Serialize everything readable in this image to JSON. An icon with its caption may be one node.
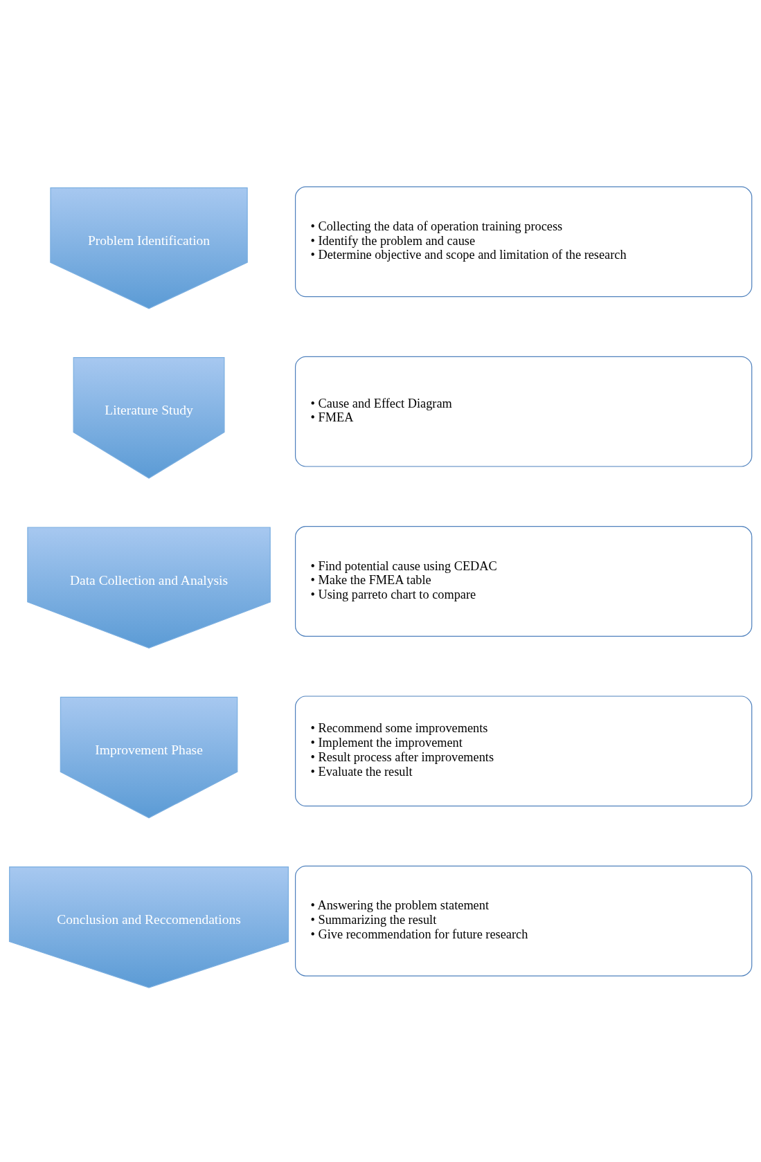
{
  "diagram": {
    "nodes": [
      {
        "text": [
          "Problem Identification"
        ]
      },
      {
        "text": [
          "• Collecting the data of operation training process",
          "• Identify the problem and cause",
          "• Determine objective and scope and limitation of the research"
        ]
      },
      {
        "text": [
          "Literature Study"
        ]
      },
      {
        "text": [
          "• Cause and Effect Diagram",
          "• FMEA"
        ]
      },
      {
        "text": [
          "Data Collection and Analysis"
        ]
      },
      {
        "text": [
          "• Find potential cause using CEDAC",
          "• Make the FMEA table",
          "• Using parreto chart to compare"
        ]
      },
      {
        "text": [
          "Improvement Phase"
        ]
      },
      {
        "text": [
          "• Recommend some improvements",
          "• Implement the improvement",
          "• Result process after improvements",
          "• Evaluate the result"
        ]
      },
      {
        "text": [
          "Conclusion and Reccomendations"
        ]
      },
      {
        "text": [
          "• Answering the problem statement",
          "• Summarizing the result",
          "• Give recommendation for future research"
        ]
      }
    ]
  }
}
